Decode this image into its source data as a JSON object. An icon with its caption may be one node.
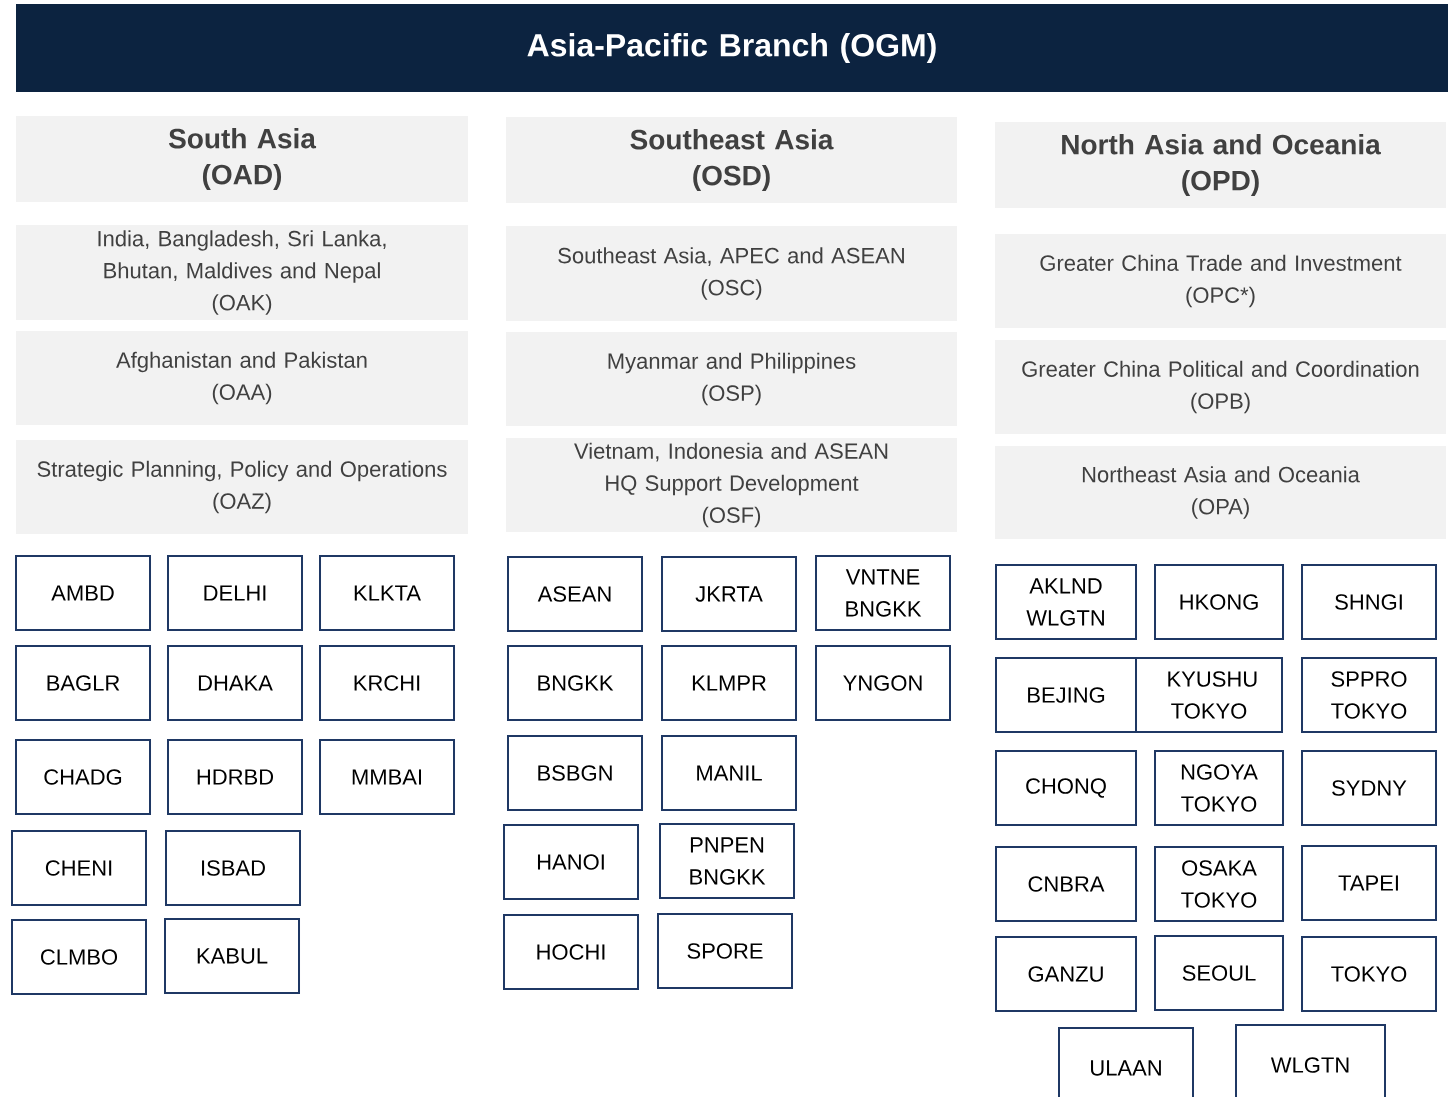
{
  "diagram": {
    "nodes": [
      {
        "text": [
          "Asia-Pacific Branch (OGM)"
        ]
      },
      {
        "text": [
          "South Asia",
          "(OAD)"
        ]
      },
      {
        "text": [
          "India, Bangladesh, Sri Lanka, Bhutan, Maldives and Nepal",
          "(OAK)"
        ]
      },
      {
        "text": [
          "Afghanistan and Pakistan",
          "(OAA)"
        ]
      },
      {
        "text": [
          "Strategic Planning, Policy and Operations",
          "(OAZ)"
        ]
      },
      {
        "text": [
          "AMBD"
        ]
      },
      {
        "text": [
          "DELHI"
        ]
      },
      {
        "text": [
          "KLKTA"
        ]
      },
      {
        "text": [
          "BAGLR"
        ]
      },
      {
        "text": [
          "DHAKA"
        ]
      },
      {
        "text": [
          "KRCHI"
        ]
      },
      {
        "text": [
          "CHADG"
        ]
      },
      {
        "text": [
          "HDRBD"
        ]
      },
      {
        "text": [
          "MMBAI"
        ]
      },
      {
        "text": [
          "CHENI"
        ]
      },
      {
        "text": [
          "ISBAD"
        ]
      },
      {
        "text": [
          "CLMBO"
        ]
      },
      {
        "text": [
          "KABUL"
        ]
      },
      {
        "text": [
          "Southeast Asia",
          "(OSD)"
        ]
      },
      {
        "text": [
          "Southeast Asia, APEC and ASEAN",
          "(OSC)"
        ]
      },
      {
        "text": [
          "Myanmar and Philippines",
          "(OSP)"
        ]
      },
      {
        "text": [
          "Vietnam, Indonesia and ASEAN HQ Support Development",
          "(OSF)"
        ]
      },
      {
        "text": [
          "ASEAN"
        ]
      },
      {
        "text": [
          "JKRTA"
        ]
      },
      {
        "text": [
          "VNTNE BNGKK"
        ]
      },
      {
        "text": [
          "BNGKK"
        ]
      },
      {
        "text": [
          "KLMPR"
        ]
      },
      {
        "text": [
          "YNGON"
        ]
      },
      {
        "text": [
          "BSBGN"
        ]
      },
      {
        "text": [
          "MANIL"
        ]
      },
      {
        "text": [
          "HANOI"
        ]
      },
      {
        "text": [
          "PNPEN BNGKK"
        ]
      },
      {
        "text": [
          "HOCHI"
        ]
      },
      {
        "text": [
          "SPORE"
        ]
      },
      {
        "text": [
          "North Asia and Oceania",
          "(OPD)"
        ]
      },
      {
        "text": [
          "Greater China Trade and Investment",
          "(OPC*)"
        ]
      },
      {
        "text": [
          "Greater China Political and Coordination",
          "(OPB)"
        ]
      },
      {
        "text": [
          "Northeast Asia and Oceania",
          "(OPA)"
        ]
      },
      {
        "text": [
          "AKLND WLGTN"
        ]
      },
      {
        "text": [
          "HKONG"
        ]
      },
      {
        "text": [
          "SHNGI"
        ]
      },
      {
        "text": [
          "BEJING"
        ]
      },
      {
        "text": [
          "KYUSHU TOKYO"
        ]
      },
      {
        "text": [
          "SPPRO TOKYO"
        ]
      },
      {
        "text": [
          "CHONQ"
        ]
      },
      {
        "text": [
          "NGOYA TOKYO"
        ]
      },
      {
        "text": [
          "SYDNY"
        ]
      },
      {
        "text": [
          "CNBRA"
        ]
      },
      {
        "text": [
          "OSAKA TOKYO"
        ]
      },
      {
        "text": [
          "TAPEI"
        ]
      },
      {
        "text": [
          "GANZU"
        ]
      },
      {
        "text": [
          "SEOUL"
        ]
      },
      {
        "text": [
          "TOKYO"
        ]
      },
      {
        "text": [
          "ULAAN"
        ]
      },
      {
        "text": [
          "WLGTN"
        ]
      }
    ]
  }
}
